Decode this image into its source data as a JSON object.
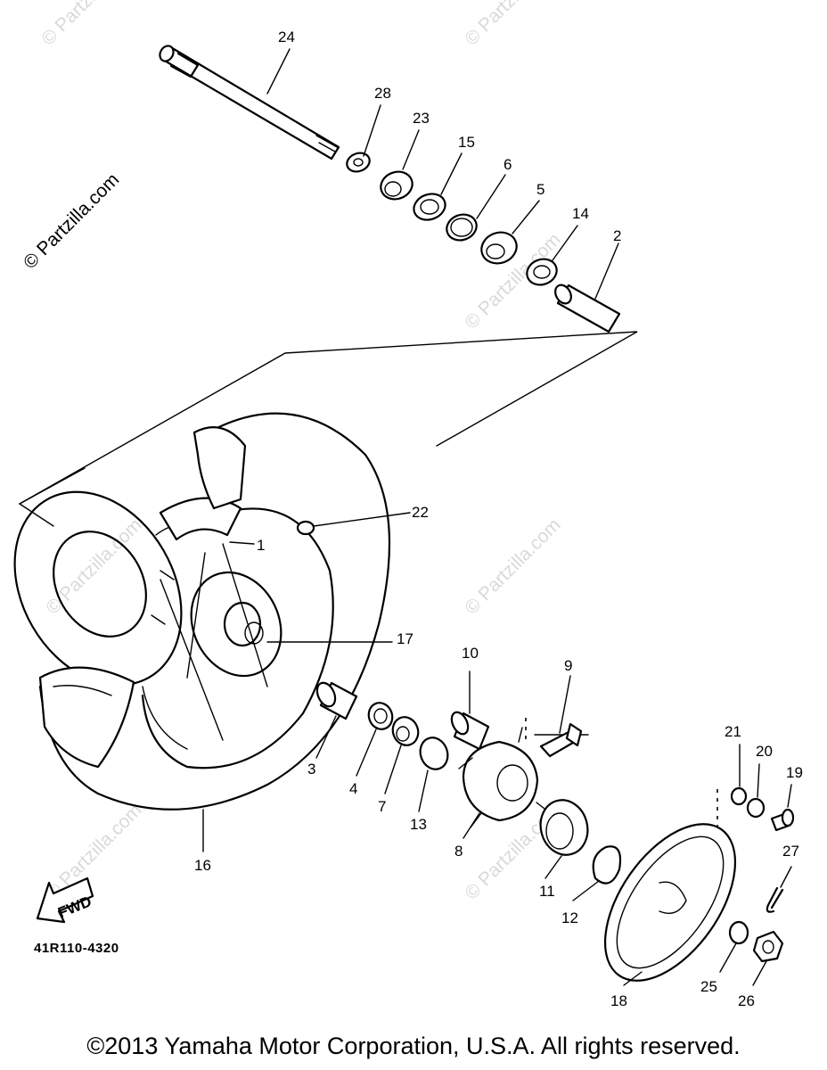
{
  "diagram": {
    "part_numbers": [
      "24",
      "28",
      "23",
      "15",
      "6",
      "5",
      "14",
      "2",
      "22",
      "1",
      "17",
      "10",
      "9",
      "3",
      "4",
      "7",
      "13",
      "8",
      "11",
      "12",
      "16",
      "21",
      "20",
      "19",
      "27",
      "25",
      "26",
      "18"
    ],
    "fwd_label": "FWD",
    "reference_code": "41R110-4320",
    "watermark_text": "© Partzilla.com",
    "copyright": "©2013 Yamaha Motor Corporation, U.S.A. All rights reserved."
  }
}
